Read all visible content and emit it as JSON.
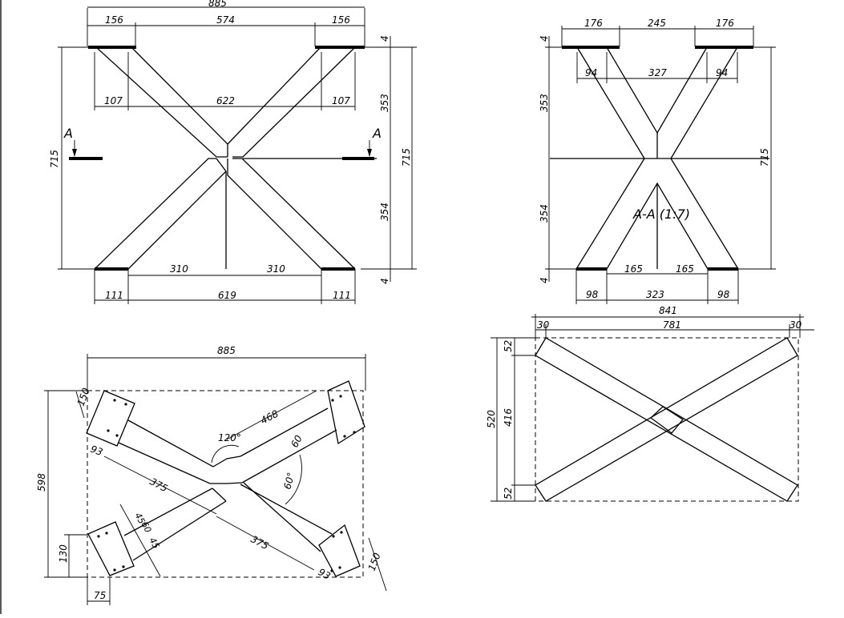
{
  "front_view": {
    "overall_width": "885",
    "foot_top_left": "156",
    "top_gap": "574",
    "foot_top_right": "156",
    "plate_top": "4",
    "inner_left": "107",
    "inner_mid": "622",
    "inner_right": "107",
    "upper_height": "353",
    "total_height_left": "715",
    "total_height_right": "715",
    "lower_height": "354",
    "plate_bottom": "4",
    "half_left": "310",
    "half_right": "310",
    "foot_bottom_left": "111",
    "bottom_mid": "619",
    "foot_bottom_right": "111",
    "section_mark_left": "A",
    "section_mark_right": "A"
  },
  "section_view": {
    "title": "A-A (1:7)",
    "plate_top": "4",
    "top_left": "176",
    "top_mid": "245",
    "top_right": "176",
    "inner_left": "94",
    "inner_mid": "327",
    "inner_right": "94",
    "upper_height": "353",
    "total_height": "715",
    "lower_height": "354",
    "plate_bottom": "4",
    "half_left": "165",
    "half_right": "165",
    "bottom_left": "98",
    "bottom_mid": "323",
    "bottom_right": "98"
  },
  "plan_view": {
    "overall_width": "885",
    "overall_depth": "598",
    "plate_width_tl": "150",
    "offset_tl": "93",
    "angle_top": "120°",
    "arm_length_tr": "468",
    "arm_width_tr": "60",
    "angle_right": "60°",
    "arm_length_left": "375",
    "dim_45a": "45",
    "dim_60": "60",
    "dim_45b": "45",
    "arm_length_bottom": "375",
    "offset_br": "93",
    "plate_width_br": "150",
    "bottom_offset": "130",
    "bottom_width": "75"
  },
  "top_view": {
    "overall_width": "841",
    "edge_left": "30",
    "inner_width": "781",
    "edge_right": "30",
    "overall_depth": "520",
    "top_edge": "52",
    "inner_depth": "416",
    "bottom_edge": "52"
  }
}
